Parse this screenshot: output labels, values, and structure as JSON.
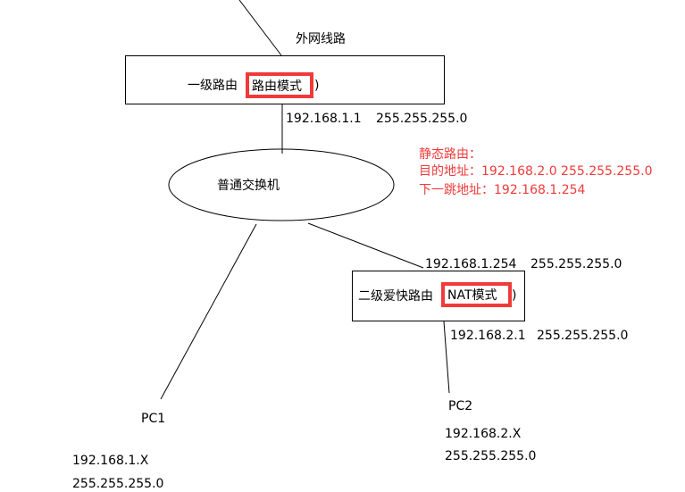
{
  "wan_label": "外网线路",
  "router1": {
    "label": "一级路由",
    "mode": "路由模式",
    "paren": ")",
    "ip": "192.168.1.1",
    "mask": "255.255.255.0"
  },
  "switch": {
    "label": "普通交换机"
  },
  "static_route": {
    "title": "静态路由：",
    "dest": "目的地址：192.168.2.0 255.255.255.0",
    "next_hop": "下一跳地址：192.168.1.254"
  },
  "router2": {
    "label": "二级爱快路由",
    "mode": "NAT模式",
    "paren": ")",
    "wan_ip": "192.168.1.254",
    "wan_mask": "255.255.255.0",
    "lan_ip": "192.168.2.1",
    "lan_mask": "255.255.255.0"
  },
  "pc1": {
    "label": "PC1",
    "ip": "192.168.1.X",
    "mask": "255.255.255.0"
  },
  "pc2": {
    "label": "PC2",
    "ip": "192.168.2.X",
    "mask": "255.255.255.0"
  },
  "colors": {
    "highlight": "#f03a3a",
    "annotation": "#f03a3a"
  }
}
